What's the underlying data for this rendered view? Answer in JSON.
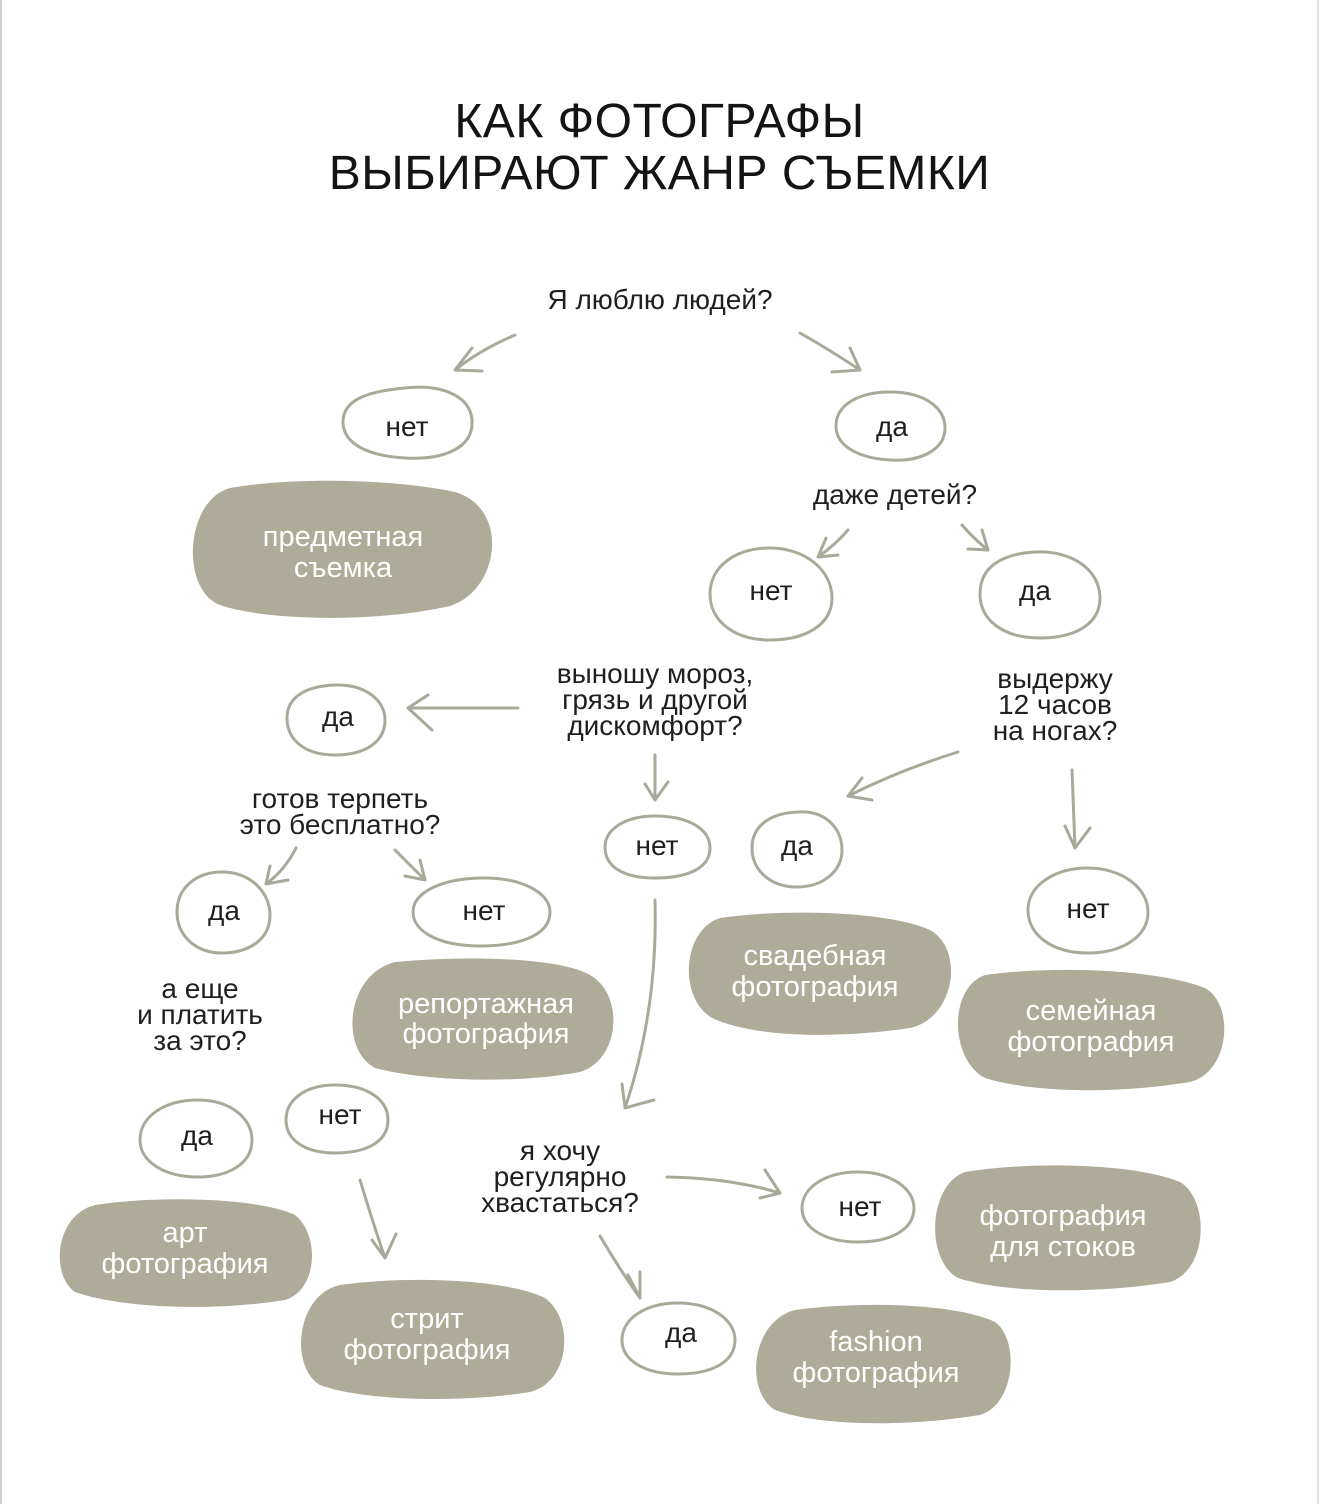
{
  "title": {
    "line1": "КАК ФОТОГРАФЫ",
    "line2": "ВЫБИРАЮТ ЖАНР СЪЕМКИ"
  },
  "questions": {
    "love_people": "Я люблю людей?",
    "even_children": "даже детей?",
    "discomfort": [
      "выношу мороз,",
      "грязь и другой",
      "дискомфорт?"
    ],
    "twelve_hours": [
      "выдержу",
      "12 часов",
      "на ногах?"
    ],
    "endure_free": [
      "готов терпеть",
      "это бесплатно?"
    ],
    "and_pay": [
      "а еще",
      "и платить",
      "за это?"
    ],
    "show_off": [
      "я хочу",
      "регулярно",
      "хвастаться?"
    ]
  },
  "answers": {
    "yes": "да",
    "no": "нет"
  },
  "results": {
    "object": [
      "предметная",
      "съемка"
    ],
    "reportage": [
      "репортажная",
      "фотография"
    ],
    "wedding": [
      "свадебная",
      "фотография"
    ],
    "family": [
      "семейная",
      "фотография"
    ],
    "art": [
      "арт",
      "фотография"
    ],
    "street": [
      "стрит",
      "фотография"
    ],
    "stock": [
      "фотография",
      "для стоков"
    ],
    "fashion": [
      "fashion",
      "фотография"
    ]
  },
  "colors": {
    "blob": "#aeab99",
    "ring": "#a9a99a",
    "text": "#1f1f1f"
  }
}
